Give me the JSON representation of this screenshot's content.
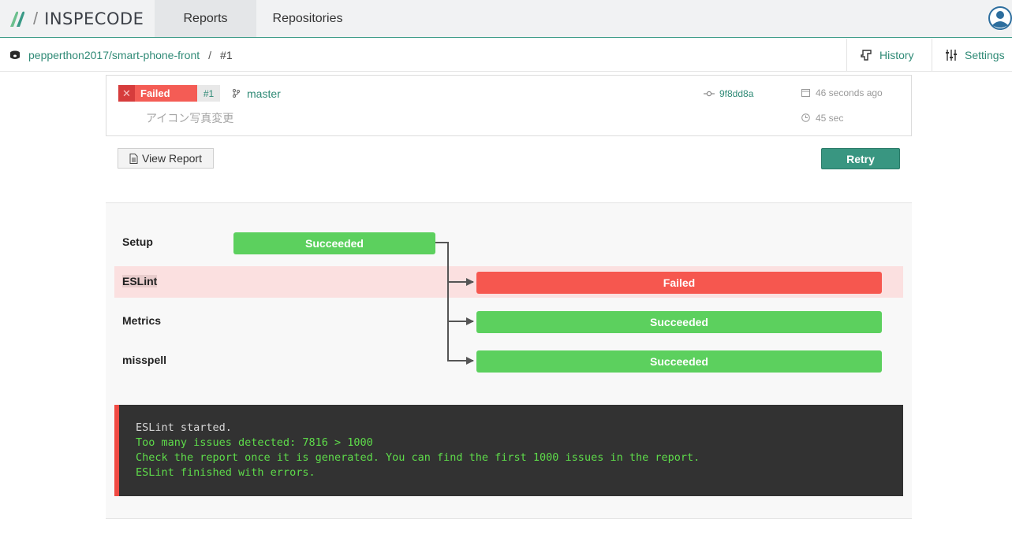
{
  "brand": {
    "name": "INSPECODE",
    "slash": "/"
  },
  "nav": {
    "tabs": [
      "Reports",
      "Repositories"
    ]
  },
  "breadcrumb": {
    "repo": "pepperthon2017/smart-phone-front",
    "separator": "/",
    "run": "#1"
  },
  "actions": {
    "history": "History",
    "settings": "Settings"
  },
  "run": {
    "status": "Failed",
    "number": "#1",
    "branch": "master",
    "commit_message": "アイコン写真変更",
    "commit": "9f8dd8a",
    "time_ago": "46 seconds ago",
    "duration": "45 sec"
  },
  "buttons": {
    "view_report": "View Report",
    "retry": "Retry"
  },
  "jobs": [
    {
      "name": "Setup",
      "status": "Succeeded"
    },
    {
      "name": "ESLint",
      "status": "Failed"
    },
    {
      "name": "Metrics",
      "status": "Succeeded"
    },
    {
      "name": "misspell",
      "status": "Succeeded"
    }
  ],
  "console": {
    "lines": [
      "ESLint started.",
      "Too many issues detected: 7816 > 1000",
      "Check the report once it is generated. You can find the first 1000 issues in the report.",
      "ESLint finished with errors."
    ]
  },
  "colors": {
    "accent": "#399681",
    "success": "#5cd05e",
    "failure": "#f6574f",
    "console_bg": "#323232"
  }
}
